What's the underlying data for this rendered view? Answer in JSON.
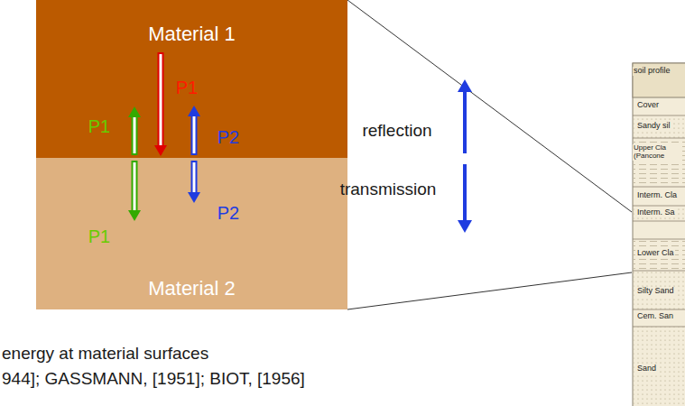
{
  "diagram": {
    "nodes": [
      {
        "text": [
          "Material 1"
        ]
      },
      {
        "text": [
          "Material 2"
        ]
      }
    ],
    "labels": [
      "P1",
      "P1",
      "P2",
      "P1",
      "P2",
      "reflection",
      "transmission",
      "soil profile",
      "Cover",
      "Sandy sil",
      "Upper Cla (Pancone",
      "Interm. Cla",
      "Interm. Sa",
      "Lower Cla",
      "Silty Sand",
      "Cem. San",
      "Sand",
      "energy at material surfaces",
      "944]; GASSMANN, [1951]; BIOT, [1956]"
    ]
  }
}
